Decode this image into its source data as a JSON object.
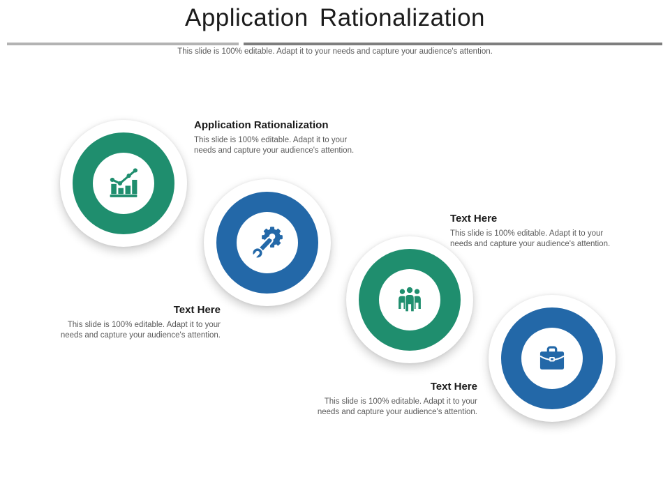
{
  "slide": {
    "title": "Application Rationalization",
    "subtitle": "This slide is 100% editable. Adapt it to your needs and capture your audience's attention."
  },
  "colors": {
    "green": "#1f8e6e",
    "blue": "#2368a8",
    "heading_text": "#1a1a1a",
    "body_text": "#5a5a5a",
    "divider_light": "#b3b3b3",
    "divider_dark": "#7e7e7e",
    "background": "#ffffff"
  },
  "items": [
    {
      "heading": "Application Rationalization",
      "description": "This slide is 100% editable. Adapt it to your needs and capture your audience's attention.",
      "icon": "growth-chart-icon",
      "color": "#1f8e6e"
    },
    {
      "heading": "Text Here",
      "description": "This slide is 100% editable. Adapt it to your needs and capture your audience's attention.",
      "icon": "wrench-gear-icon",
      "color": "#2368a8"
    },
    {
      "heading": "Text Here",
      "description": "This slide is 100% editable. Adapt it to your needs and capture your audience's attention.",
      "icon": "people-group-icon",
      "color": "#1f8e6e"
    },
    {
      "heading": "Text Here",
      "description": "This slide is 100% editable. Adapt it to your needs and capture your audience's attention.",
      "icon": "briefcase-icon",
      "color": "#2368a8"
    }
  ]
}
